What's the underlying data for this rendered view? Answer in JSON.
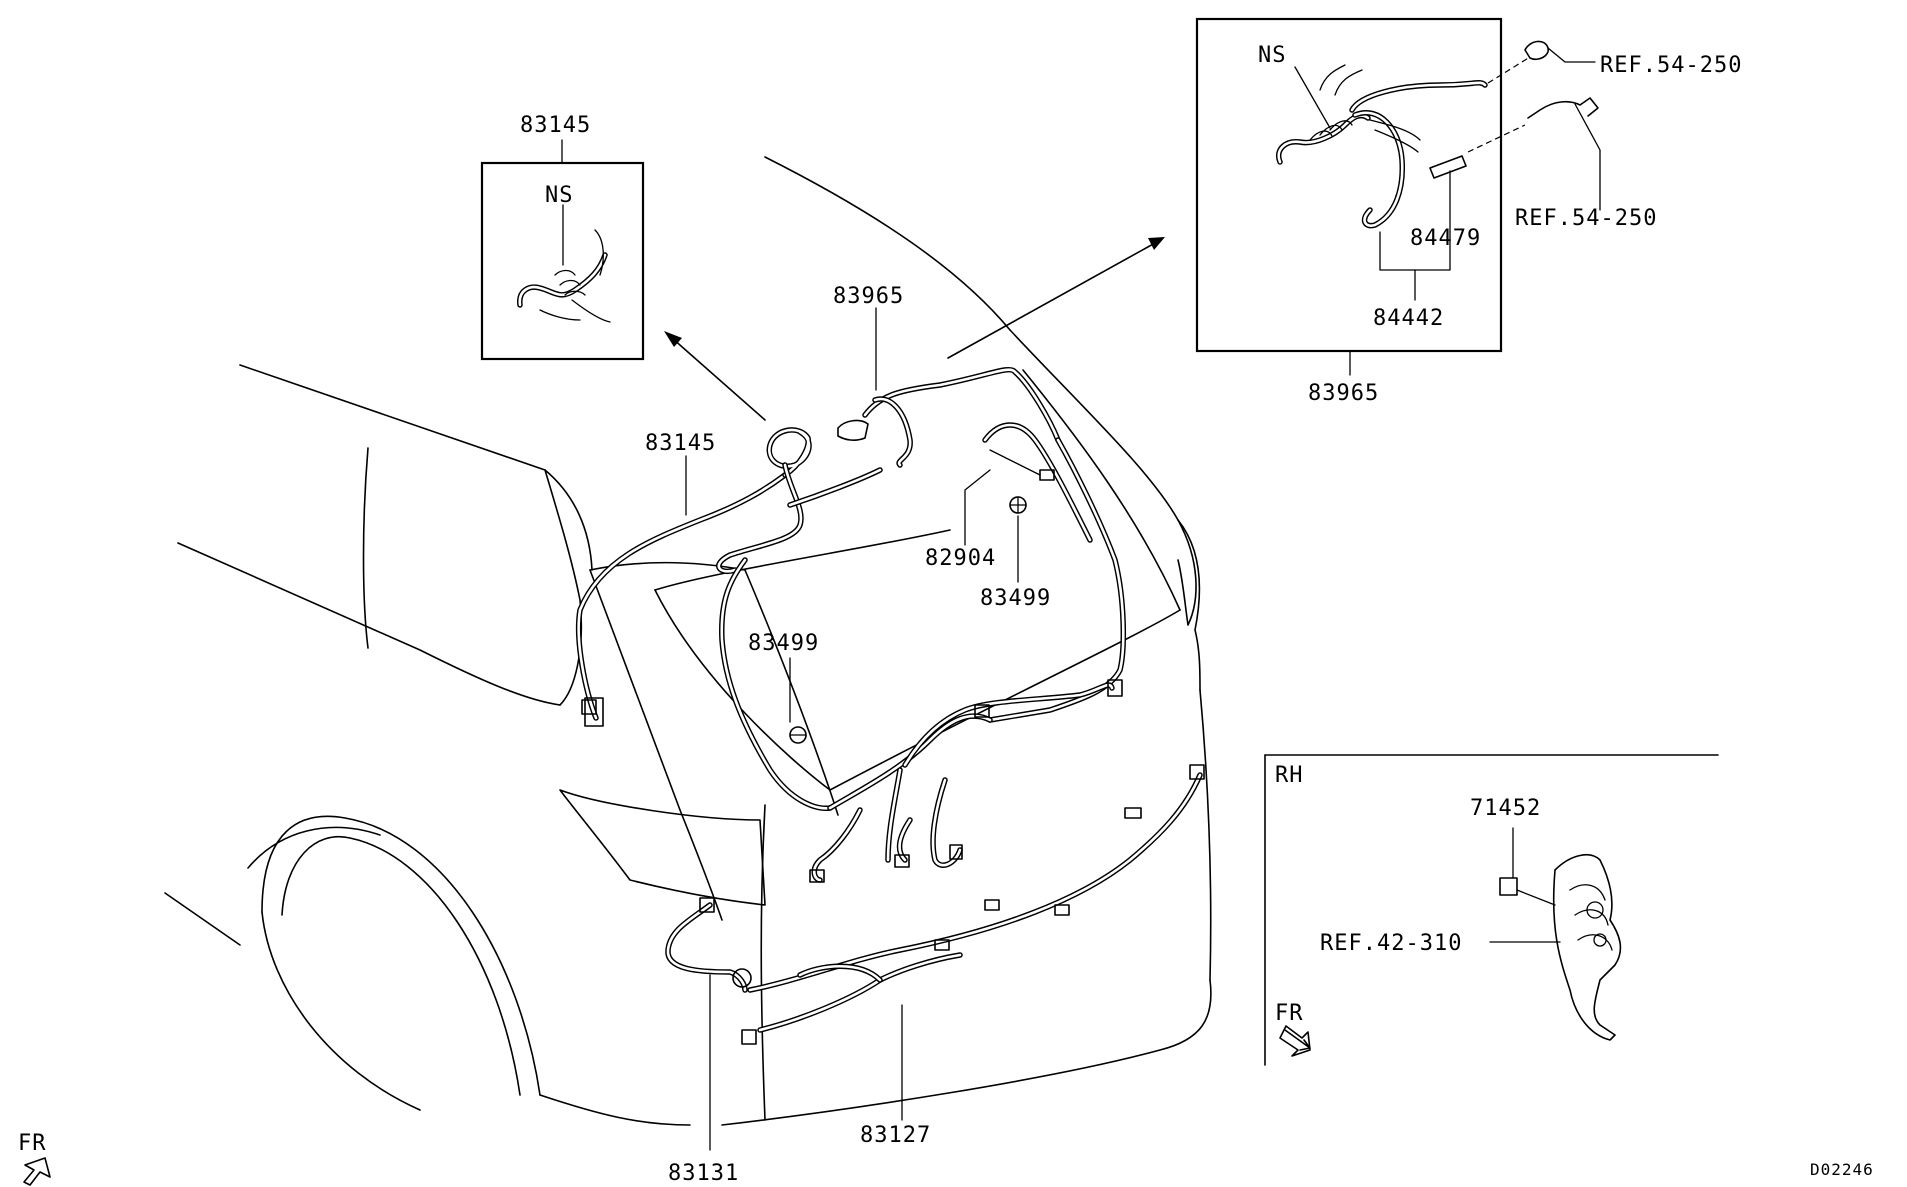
{
  "diagram_code": "D02246",
  "labels": {
    "inset_left_part": "83145",
    "inset_left_ns": "NS",
    "main_left_harness": "83145",
    "main_top_harness": "83965",
    "clip_upper": "82904",
    "grommet_upper": "83499",
    "grommet_left": "83499",
    "bottom_left_harness": "83131",
    "bottom_harness": "83127",
    "inset_right_ns": "NS",
    "inset_right_ref_a": "REF.54-250",
    "inset_right_ref_b": "REF.54-250",
    "inset_right_fitting": "84479",
    "inset_right_part": "84442",
    "inset_right_bottom": "83965",
    "rh_title": "RH",
    "rh_part": "71452",
    "rh_ref": "REF.42-310",
    "rh_direction": "FR",
    "direction": "FR"
  },
  "icons": {
    "front_arrow": "front-direction-arrow-icon"
  }
}
